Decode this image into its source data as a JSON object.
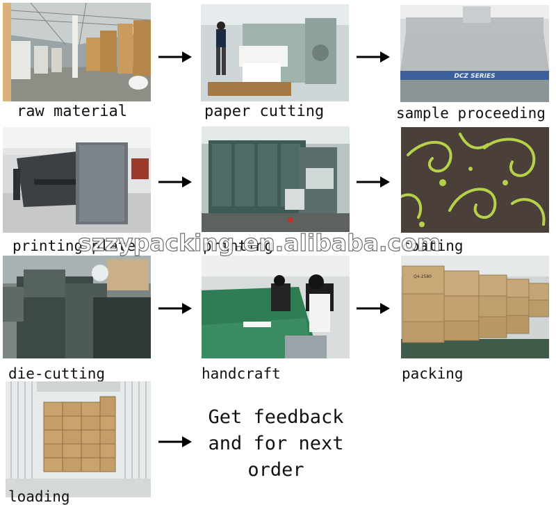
{
  "steps": [
    {
      "label": "raw material",
      "image": "warehouse-paper-rolls"
    },
    {
      "label": "paper cutting",
      "image": "paper-cutting-machine"
    },
    {
      "label": "sample proceeding",
      "image": "sample-cutting-plotter"
    },
    {
      "label": "printing plate",
      "image": "plate-making-machine"
    },
    {
      "label": "printing",
      "image": "offset-printing-press"
    },
    {
      "label": "coating",
      "image": "coated-pattern-closeup"
    },
    {
      "label": "die-cutting",
      "image": "die-cutting-machine"
    },
    {
      "label": "handcraft",
      "image": "assembly-line-workers"
    },
    {
      "label": "packing",
      "image": "packed-cartons"
    },
    {
      "label": "loading",
      "image": "container-loading"
    }
  ],
  "final_step": "Get feedback\nand for next\norder",
  "arrow_icon": "right-arrow-icon",
  "box_marking": "Q4-2580",
  "plotter_marking": "DCZ SERIES",
  "watermark": "szzypacking.en.alibaba.com"
}
